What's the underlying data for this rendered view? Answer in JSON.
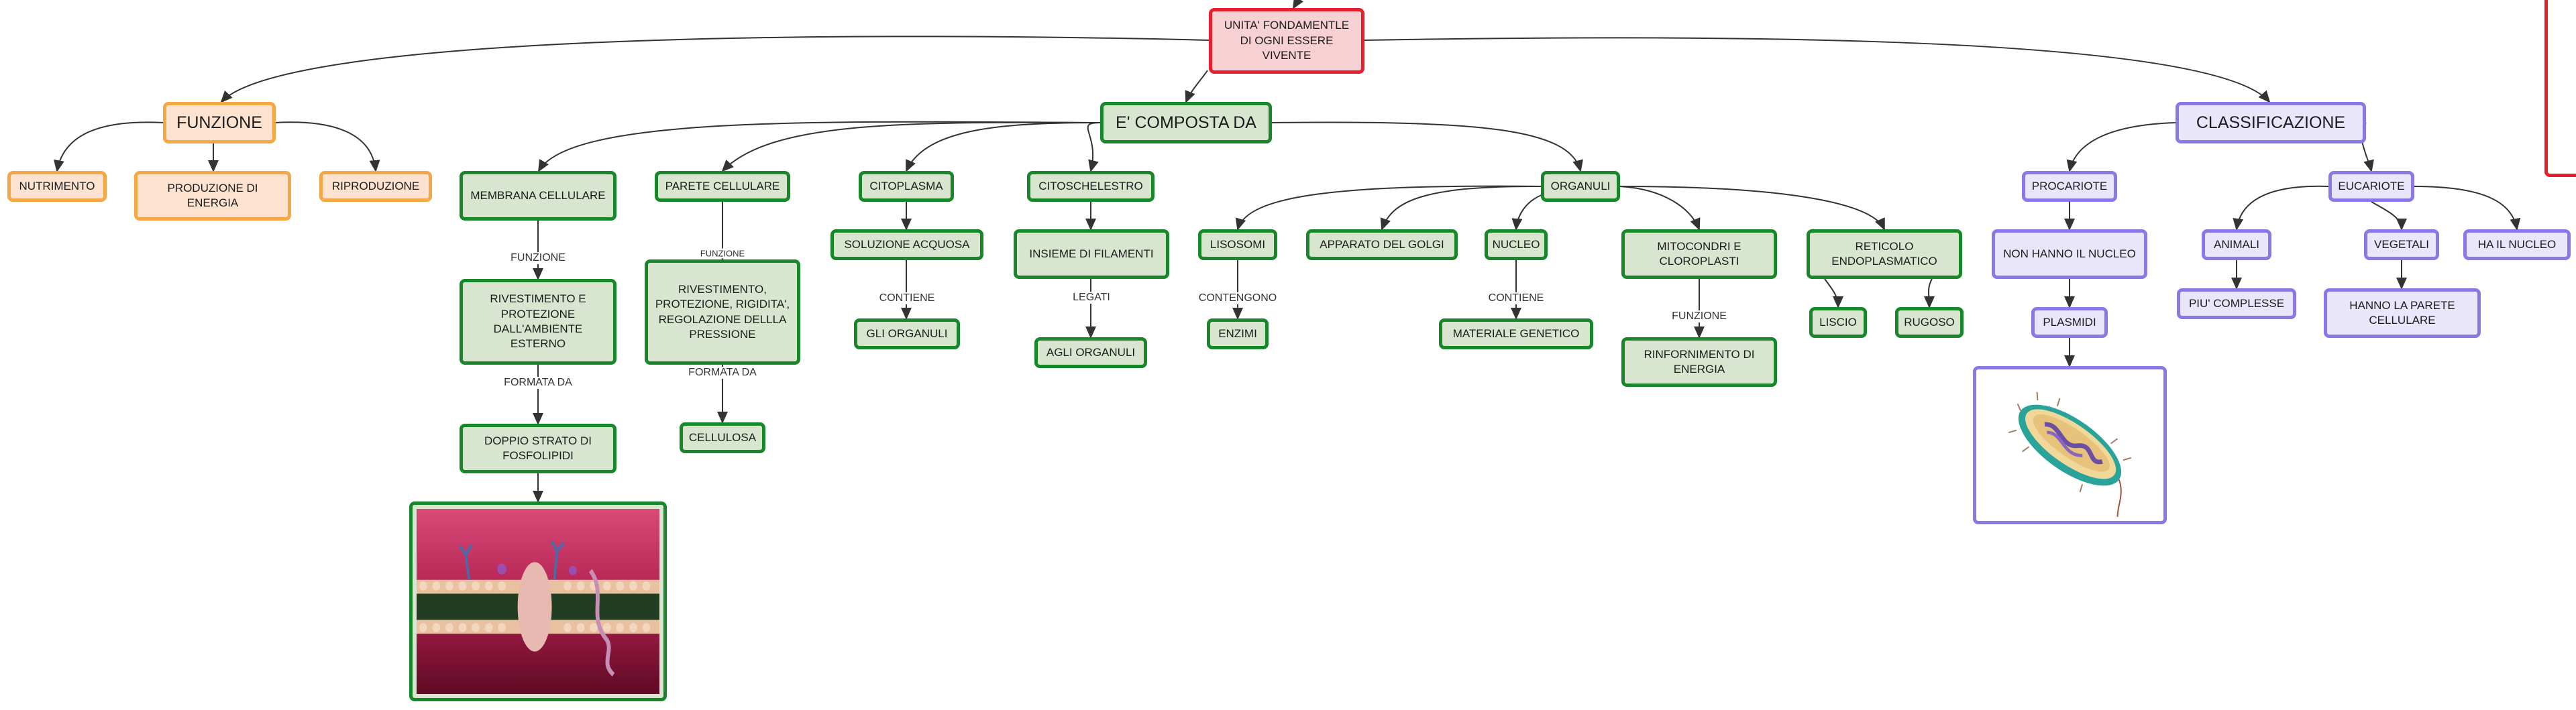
{
  "colors": {
    "red_border": "#e5202c",
    "red_fill": "#f7d0d4",
    "orange_border": "#f6a744",
    "orange_fill": "#fde2d0",
    "green_border": "#18872a",
    "green_fill": "#d9e6cf",
    "purple_border": "#8b78e4",
    "purple_fill": "#e9e6fb",
    "link": "#333333"
  },
  "nodes": {
    "root": "UNITA' FONDAMENTLE DI OGNI ESSERE VIVENTE",
    "funzione": "FUNZIONE",
    "nutrimento": "NUTRIMENTO",
    "produzione": "PRODUZIONE DI ENERGIA",
    "riproduzione": "RIPRODUZIONE",
    "composta": "E' COMPOSTA DA",
    "membrana": "MEMBRANA CELLULARE",
    "rivestimento": "RIVESTIMENTO E PROTEZIONE DALL'AMBIENTE ESTERNO",
    "doppio": "DOPPIO STRATO DI FOSFOLIPIDI",
    "parete": "PARETE CELLULARE",
    "rivestimento2": "RIVESTIMENTO, PROTEZIONE, RIGIDITA', REGOLAZIONE DELLLA PRESSIONE",
    "cellulosa": "CELLULOSA",
    "citoplasma": "CITOPLASMA",
    "soluzione": "SOLUZIONE ACQUOSA",
    "gli_organuli": "GLI ORGANULI",
    "citoscheletro": "CITOSCHELESTRO",
    "insieme": "INSIEME DI FILAMENTI",
    "agli_organuli": "AGLI ORGANULI",
    "organuli": "ORGANULI",
    "lisosomi": "LISOSOMI",
    "enzimi": "ENZIMI",
    "golgi": "APPARATO DEL GOLGI",
    "nucleo": "NUCLEO",
    "materiale": "MATERIALE GENETICO",
    "mitocondri": "MITOCONDRI E CLOROPLASTI",
    "rifornimento": "RINFORNIMENTO DI ENERGIA",
    "reticolo": "RETICOLO ENDOPLASMATICO",
    "liscio": "LISCIO",
    "rugoso": "RUGOSO",
    "classificazione": "CLASSIFICAZIONE",
    "procariote": "PROCARIOTE",
    "non_nucleo": "NON HANNO IL NUCLEO",
    "plasmidi": "PLASMIDI",
    "eucariote": "EUCARIOTE",
    "animali": "ANIMALI",
    "piu_complesse": "PIU' COMPLESSE",
    "vegetali": "VEGETALI",
    "parete_cellulare": "HANNO LA PARETE CELLULARE",
    "ha_nucleo": "HA IL NUCLEO"
  },
  "link_labels": {
    "funzione_membrana": "FUNZIONE",
    "formata_membrana": "FORMATA DA",
    "funzione_parete": "FUNZIONE",
    "formata_parete": "FORMATA DA",
    "contiene_citoplasma": "CONTIENE",
    "legati": "LEGATI",
    "contengono": "CONTENGONO",
    "contiene_nucleo": "CONTIENE",
    "funzione_mitocondri": "FUNZIONE"
  },
  "images": {
    "membrane": "membrane-illustration",
    "bacterium": "bacterium-illustration"
  }
}
